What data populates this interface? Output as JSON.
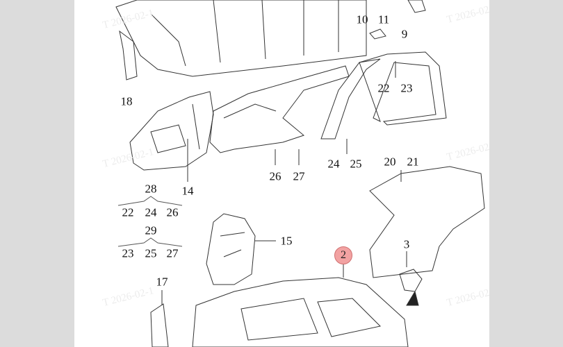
{
  "watermark": "T 2026-02-1",
  "callouts": {
    "c10": "10",
    "c11": "11",
    "c9": "9",
    "c18": "18",
    "c22a": "22",
    "c23a": "23",
    "c26a": "26",
    "c27a": "27",
    "c24a": "24",
    "c25a": "25",
    "c20": "20",
    "c21": "21",
    "c14": "14",
    "c28": "28",
    "c22b": "22",
    "c24b": "24",
    "c26b": "26",
    "c29": "29",
    "c23b": "23",
    "c25b": "25",
    "c27b": "27",
    "c15": "15",
    "c2": "2",
    "c3": "3",
    "c17": "17"
  },
  "colors": {
    "highlight": "#f2a2a2",
    "background": "#dcdcdc"
  }
}
